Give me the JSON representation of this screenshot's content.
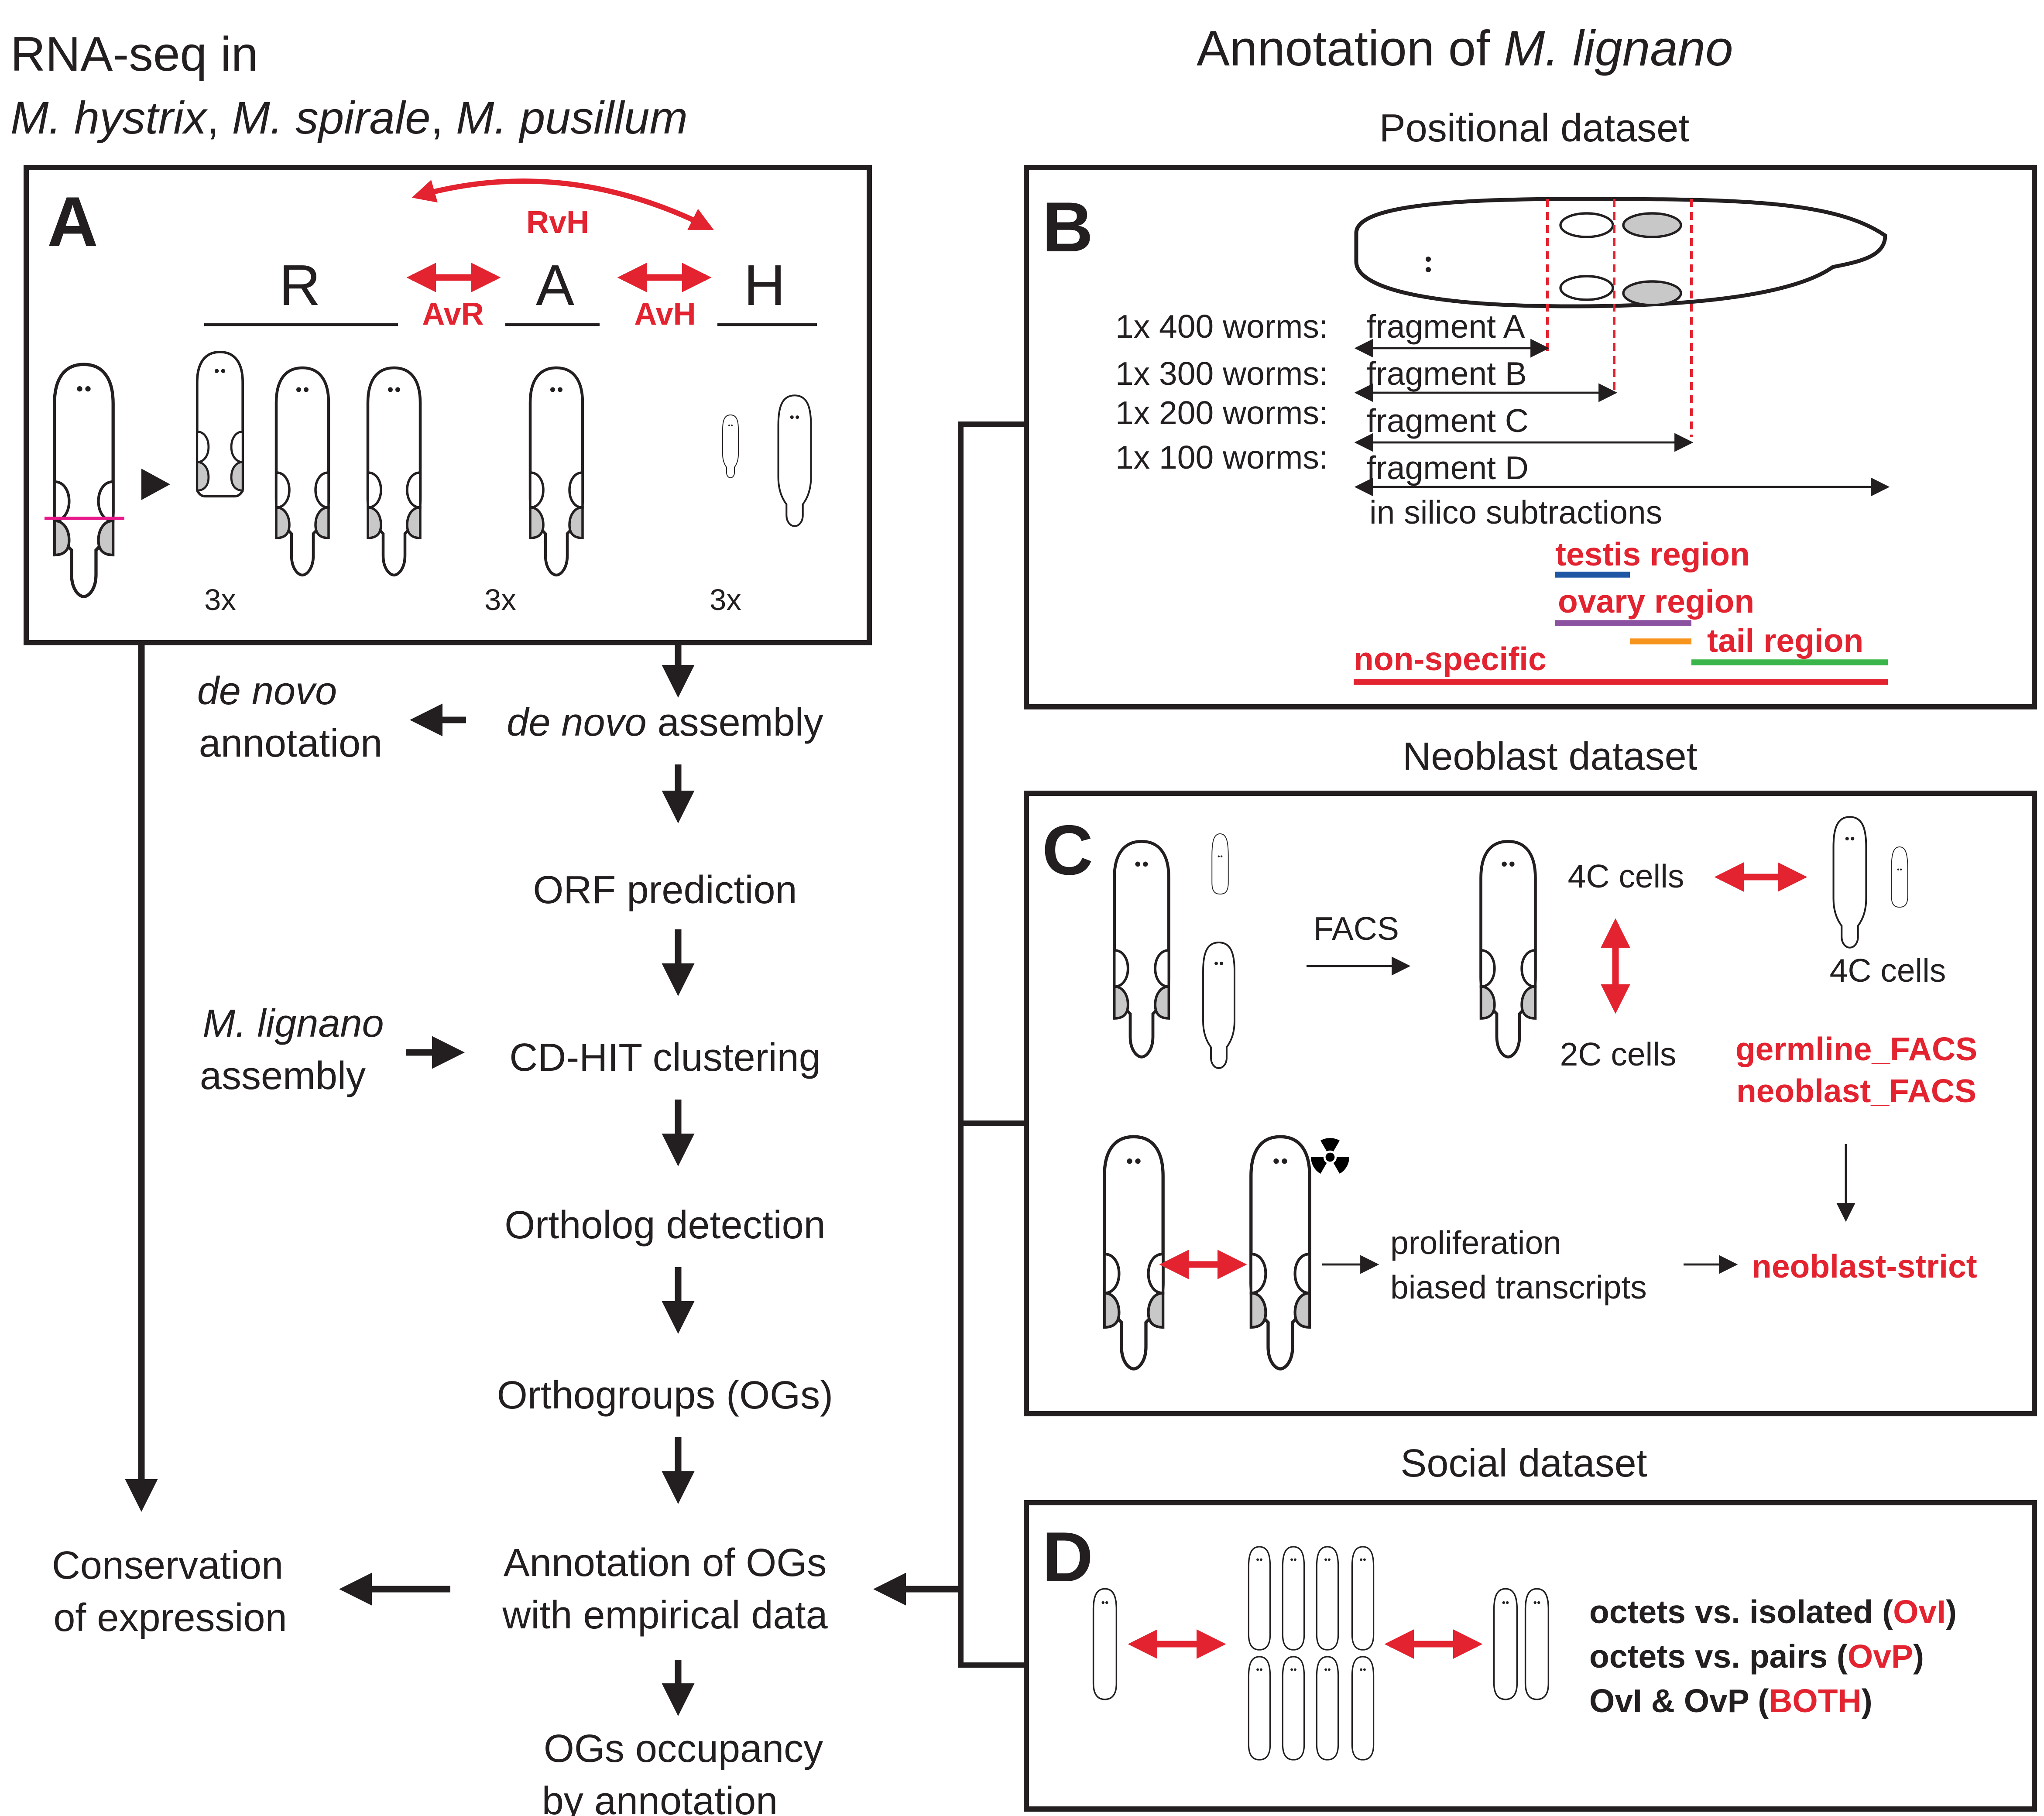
{
  "left_header": {
    "line1": "RNA-seq in",
    "species1": "M. hystrix",
    "sep1": ", ",
    "species2": "M. spirale",
    "sep2": ", ",
    "species3": "M. pusillum"
  },
  "right_header": {
    "prefix": "Annotation of ",
    "species": "M. lignano"
  },
  "panel_a": {
    "letter": "A",
    "groups": [
      "R",
      "A",
      "H"
    ],
    "comparisons": {
      "rvh": "RvH",
      "avr": "AvR",
      "avh": "AvH"
    },
    "replicates": [
      "3x",
      "3x",
      "3x"
    ]
  },
  "pipeline": {
    "assembly_italic": "de novo",
    "assembly_rest": " assembly",
    "annotation_italic": "de novo",
    "annotation_rest": "annotation",
    "orf": "ORF prediction",
    "lignano_italic": "M. lignano",
    "lignano_rest": "assembly",
    "cdhit": "CD-HIT clustering",
    "ortholog": "Ortholog detection",
    "orthogroups": "Orthogroups (OGs)",
    "annot_line1": "Annotation of OGs",
    "annot_line2": "with empirical data",
    "occupancy_line1": "OGs occupancy",
    "occupancy_line2": "by annotation",
    "conservation_line1": "Conservation",
    "conservation_line2": "of expression"
  },
  "panel_b": {
    "title": "Positional dataset",
    "letter": "B",
    "rows": [
      {
        "count": "1x 400 worms:",
        "fragment": "fragment A"
      },
      {
        "count": "1x 300 worms:",
        "fragment": "fragment B"
      },
      {
        "count": "1x 200 worms:",
        "fragment": "fragment C"
      },
      {
        "count": "1x 100 worms:",
        "fragment": "fragment D"
      }
    ],
    "subtractions": "in silico subtractions",
    "regions": {
      "testis": "testis region",
      "ovary": "ovary region",
      "tail": "tail region",
      "nonspecific": "non-specific"
    }
  },
  "panel_c": {
    "title": "Neoblast dataset",
    "letter": "C",
    "facs": "FACS",
    "cells_4c": "4C cells",
    "cells_2c": "2C cells",
    "cells_4c_b": "4C cells",
    "germline": "germline_FACS",
    "neoblast_facs": "neoblast_FACS",
    "prolif_line1": "proliferation",
    "prolif_line2": "biased transcripts",
    "strict": "neoblast-strict"
  },
  "panel_d": {
    "title": "Social dataset",
    "letter": "D",
    "ovi_text": "octets vs. isolated (",
    "ovi_code": "OvI",
    "ovp_text": "octets vs. pairs (",
    "ovp_code": "OvP",
    "both_text": "OvI & OvP (",
    "both_code": "BOTH",
    "close": ")"
  },
  "colors": {
    "accent_red": "#e32330",
    "line_black": "#231f20",
    "cut_magenta": "#e8198b",
    "testis_blue": "#1f57a5",
    "ovary_purple": "#8b52a1",
    "orange": "#f7941d",
    "tail_green": "#3ab54a",
    "gonad_gray": "#c8c8c8"
  },
  "icons": {
    "worm": "flatworm-icon",
    "radiation": "radiation-icon",
    "arrow": "arrow-icon"
  }
}
